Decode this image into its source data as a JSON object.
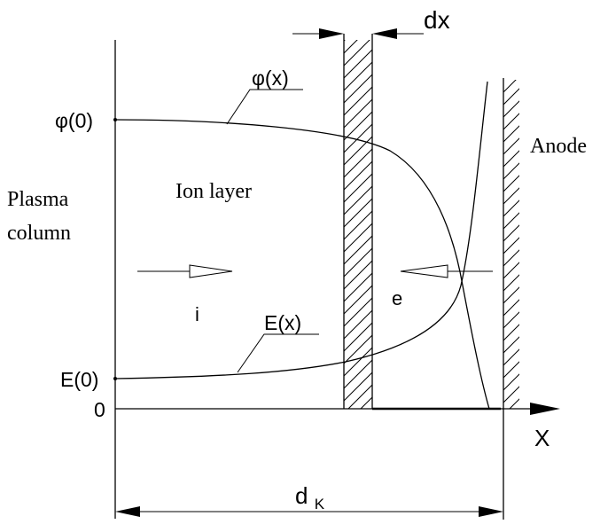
{
  "labels": {
    "phi_curve": "φ(x)",
    "phi_zero": "φ(0)",
    "e_curve": "E(x)",
    "e_zero": "E(0)",
    "zero": "0",
    "x_axis": "X",
    "dx": "dx",
    "anode": "Anode",
    "plasma_line1": "Plasma",
    "plasma_line2": "column",
    "ion_layer": "Ion layer",
    "ion": "i",
    "electron": "e",
    "dk_main": "d",
    "dk_sub": "K"
  }
}
